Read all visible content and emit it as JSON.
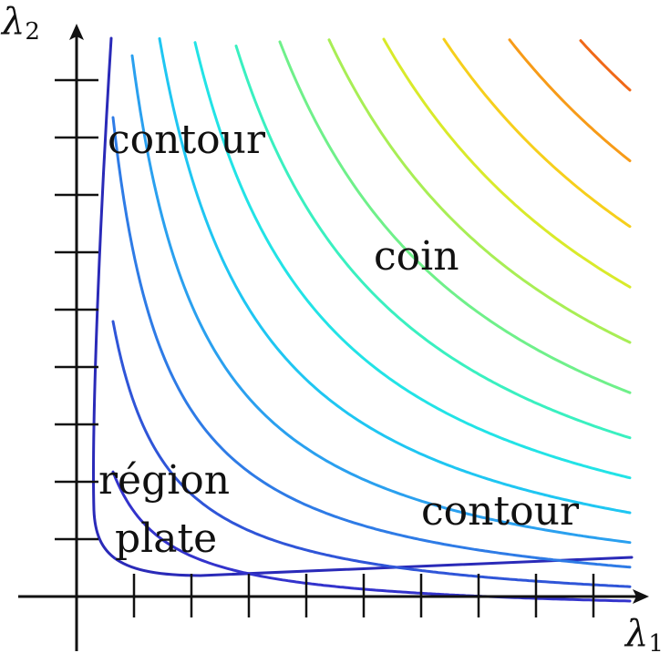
{
  "labels": {
    "edge_top": "contour",
    "edge_right": "contour",
    "corner": "coin",
    "flat_line1": "région",
    "flat_line2": "plate"
  },
  "axes": {
    "x_symbol": "λ",
    "x_subscript": "1",
    "y_symbol": "λ",
    "y_subscript": "2"
  },
  "contour_colors": [
    "#2a2ab8",
    "#3333cc",
    "#2f55d8",
    "#2e7be6",
    "#2aa0ef",
    "#1fc6f2",
    "#22e3e6",
    "#3af0c0",
    "#6ff08a",
    "#a8ee55",
    "#d9ea2a",
    "#f6cf1c",
    "#f79b18",
    "#f06818",
    "#e6361c",
    "#c81e1e",
    "#8e1a1a"
  ]
}
